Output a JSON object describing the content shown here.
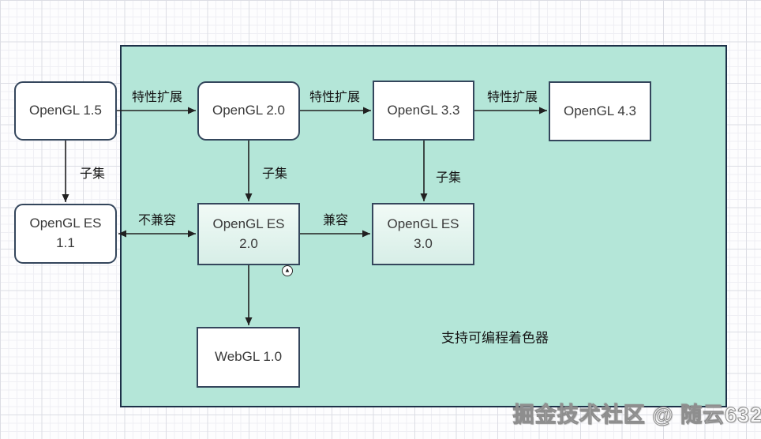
{
  "colors": {
    "region_fill": "#b4e6d8",
    "region_border": "#1d3148",
    "node_border": "#34465c",
    "node_fill_white": "#ffffff",
    "node_fill_mint_top": "#f1faf6",
    "node_fill_mint_bottom": "#d7eee7",
    "arrow": "#212121",
    "node_text": "#3a3a3a",
    "label_text": "#161616",
    "grid_minor": "#efeff4",
    "grid_major": "#dcdde4",
    "watermark_text": "#ffffff"
  },
  "nodes": [
    {
      "id": "opengl-1-5",
      "label": "OpenGL 1.5"
    },
    {
      "id": "opengl-2-0",
      "label": "OpenGL 2.0"
    },
    {
      "id": "opengl-3-3",
      "label": "OpenGL 3.3"
    },
    {
      "id": "opengl-4-3",
      "label": "OpenGL 4.3"
    },
    {
      "id": "opengl-es-1-1",
      "label": "OpenGL ES 1.1"
    },
    {
      "id": "opengl-es-2-0",
      "label": "OpenGL ES 2.0"
    },
    {
      "id": "opengl-es-3-0",
      "label": "OpenGL ES 3.0"
    },
    {
      "id": "webgl-1-0",
      "label": "WebGL 1.0"
    }
  ],
  "edge_labels": [
    {
      "id": "feature-extension-1",
      "text": "特性扩展"
    },
    {
      "id": "feature-extension-2",
      "text": "特性扩展"
    },
    {
      "id": "feature-extension-3",
      "text": "特性扩展"
    },
    {
      "id": "subset-1",
      "text": "子集"
    },
    {
      "id": "subset-2",
      "text": "子集"
    },
    {
      "id": "subset-3",
      "text": "子集"
    },
    {
      "id": "incompatible",
      "text": "不兼容"
    },
    {
      "id": "compatible",
      "text": "兼容"
    }
  ],
  "annotation": {
    "text": "支持可编程着色器"
  },
  "collapse_button": {
    "icon": "▲"
  },
  "watermark": {
    "text": "掘金技术社区 @ 随云632"
  }
}
